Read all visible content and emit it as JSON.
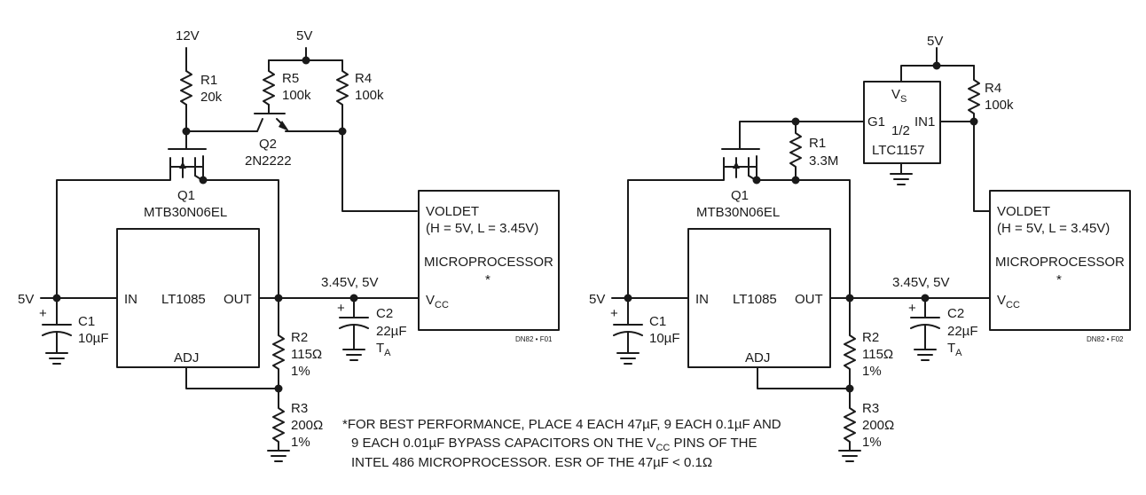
{
  "left": {
    "rail_12v": "12V",
    "rail_5v_top": "5V",
    "r1_name": "R1",
    "r1_value": "20k",
    "r5_name": "R5",
    "r5_value": "100k",
    "r4_name": "R4",
    "r4_value": "100k",
    "q2_name": "Q2",
    "q2_part": "2N2222",
    "q1_name": "Q1",
    "q1_part": "MTB30N06EL",
    "reg_in": "IN",
    "reg_name": "LT1085",
    "reg_out": "OUT",
    "reg_adj": "ADJ",
    "input_5v": "5V",
    "c1_name": "C1",
    "c1_value": "10µF",
    "r2_name": "R2",
    "r2_value": "115Ω",
    "r2_tol": "1%",
    "r3_name": "R3",
    "r3_value": "200Ω",
    "r3_tol": "1%",
    "out_voltage": "3.45V, 5V",
    "c2_name": "C2",
    "c2_value": "22µF",
    "c2_sub_main": "T",
    "c2_sub": "A",
    "mp_voldet": "VOLDET",
    "mp_levels": "(H = 5V, L = 3.45V)",
    "mp_name": "MICROPROCESSOR",
    "mp_star": "*",
    "mp_vcc_main": "V",
    "mp_vcc_sub": "CC",
    "fig_tag": "DN82 • F01"
  },
  "right": {
    "rail_5v_top": "5V",
    "drv_vs_main": "V",
    "drv_vs_sub": "S",
    "drv_g1": "G1",
    "drv_in1": "IN1",
    "drv_half": "1/2",
    "drv_part": "LTC1157",
    "r4_name": "R4",
    "r4_value": "100k",
    "r1_name": "R1",
    "r1_value": "3.3M",
    "q1_name": "Q1",
    "q1_part": "MTB30N06EL",
    "reg_in": "IN",
    "reg_name": "LT1085",
    "reg_out": "OUT",
    "reg_adj": "ADJ",
    "input_5v": "5V",
    "c1_name": "C1",
    "c1_value": "10µF",
    "r2_name": "R2",
    "r2_value": "115Ω",
    "r2_tol": "1%",
    "r3_name": "R3",
    "r3_value": "200Ω",
    "r3_tol": "1%",
    "out_voltage": "3.45V, 5V",
    "c2_name": "C2",
    "c2_value": "22µF",
    "c2_sub_main": "T",
    "c2_sub": "A",
    "mp_voldet": "VOLDET",
    "mp_levels": "(H = 5V, L = 3.45V)",
    "mp_name": "MICROPROCESSOR",
    "mp_star": "*",
    "mp_vcc_main": "V",
    "mp_vcc_sub": "CC",
    "fig_tag": "DN82 • F02"
  },
  "footnote": {
    "line1": "*FOR BEST PERFORMANCE, PLACE 4 EACH 47µF, 9 EACH 0.1µF AND",
    "line2_a": "9 EACH 0.01µF BYPASS CAPACITORS ON THE V",
    "line2_sub": "CC",
    "line2_b": " PINS OF THE",
    "line3": "INTEL 486 MICROPROCESSOR. ESR OF THE 47µF < 0.1Ω"
  }
}
